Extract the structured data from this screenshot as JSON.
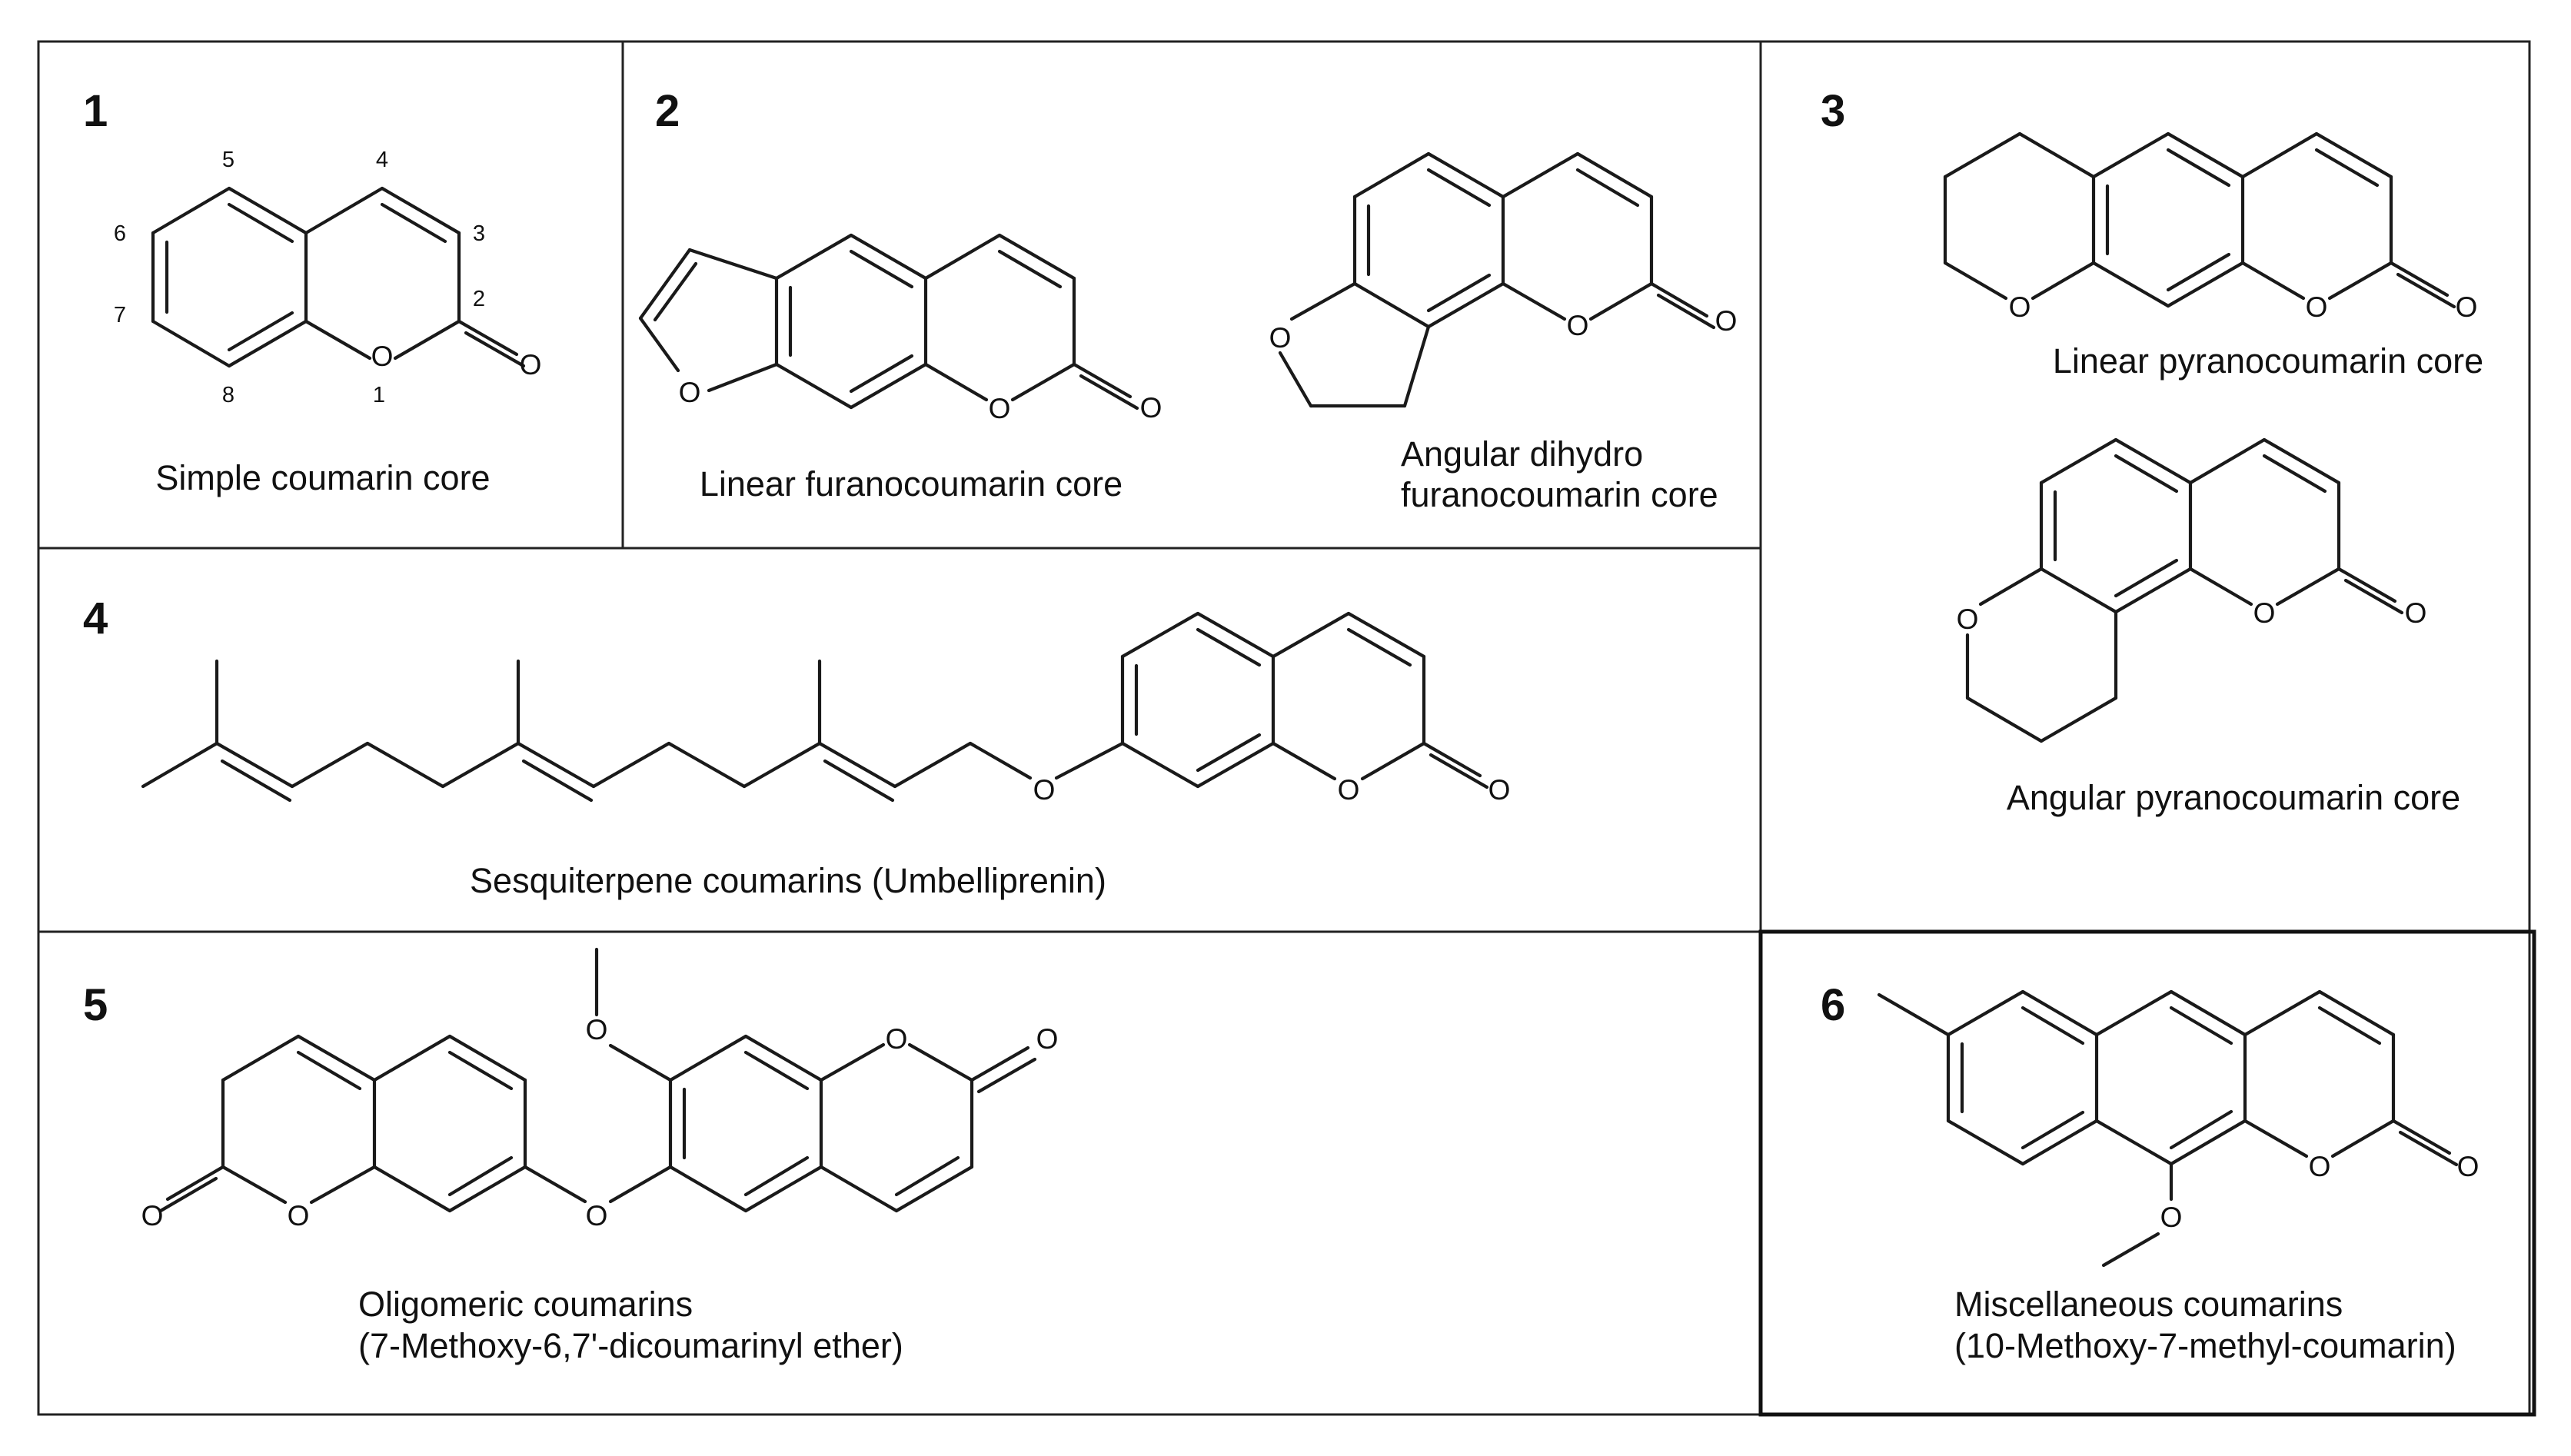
{
  "panels": [
    {
      "number": "1",
      "captions": [
        "Simple coumarin core"
      ],
      "position_labels": [
        "5",
        "4",
        "6",
        "3",
        "2",
        "7",
        "8",
        "1"
      ]
    },
    {
      "number": "2",
      "captions": [
        "Linear furanocoumarin core",
        "Angular dihydro",
        "furanocoumarin core"
      ]
    },
    {
      "number": "3",
      "captions": [
        "Linear pyranocoumarin core",
        "Angular pyranocoumarin core"
      ]
    },
    {
      "number": "4",
      "captions": [
        "Sesquiterpene coumarins (Umbelliprenin)"
      ]
    },
    {
      "number": "5",
      "captions": [
        "Oligomeric coumarins",
        "(7-Methoxy-6,7'-dicoumarinyl ether)"
      ]
    },
    {
      "number": "6",
      "captions": [
        "Miscellaneous coumarins",
        "(10-Methoxy-7-methyl-coumarin)"
      ]
    }
  ],
  "atom_symbol": "O",
  "colors": {
    "line": "#1a1a1a",
    "text": "#111111",
    "background": "#ffffff"
  }
}
